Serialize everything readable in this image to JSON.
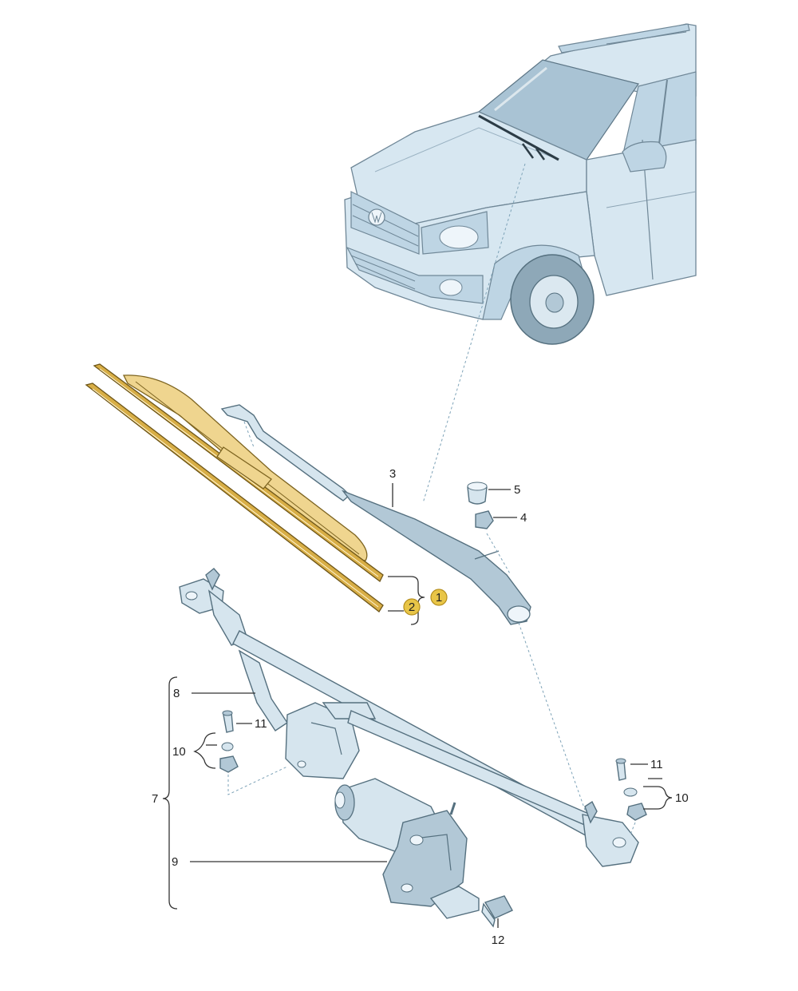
{
  "callouts": {
    "c1": "1",
    "c2": "2",
    "c3": "3",
    "c4": "4",
    "c5": "5",
    "c7": "7",
    "c8": "8",
    "c9": "9",
    "c10_left": "10",
    "c10_right": "10",
    "c11_left": "11",
    "c11_right": "11",
    "c12": "12"
  },
  "colors": {
    "highlight_badge": "#e8c547",
    "wiper_blade": "#efd58f",
    "parts_body": "#d6e5ee",
    "car_body": "#d7e7f1",
    "leader_dashed": "#7ea3b8"
  },
  "icons": {
    "vehicle": "vw-pickup-front-illustration",
    "wiper_blade": "wiper-blade",
    "wiper_arm": "wiper-arm",
    "cap": "arm-nut-cap",
    "nut": "hex-nut",
    "linkage": "wiper-linkage-frame",
    "motor": "wiper-motor",
    "connector": "electrical-connector"
  }
}
